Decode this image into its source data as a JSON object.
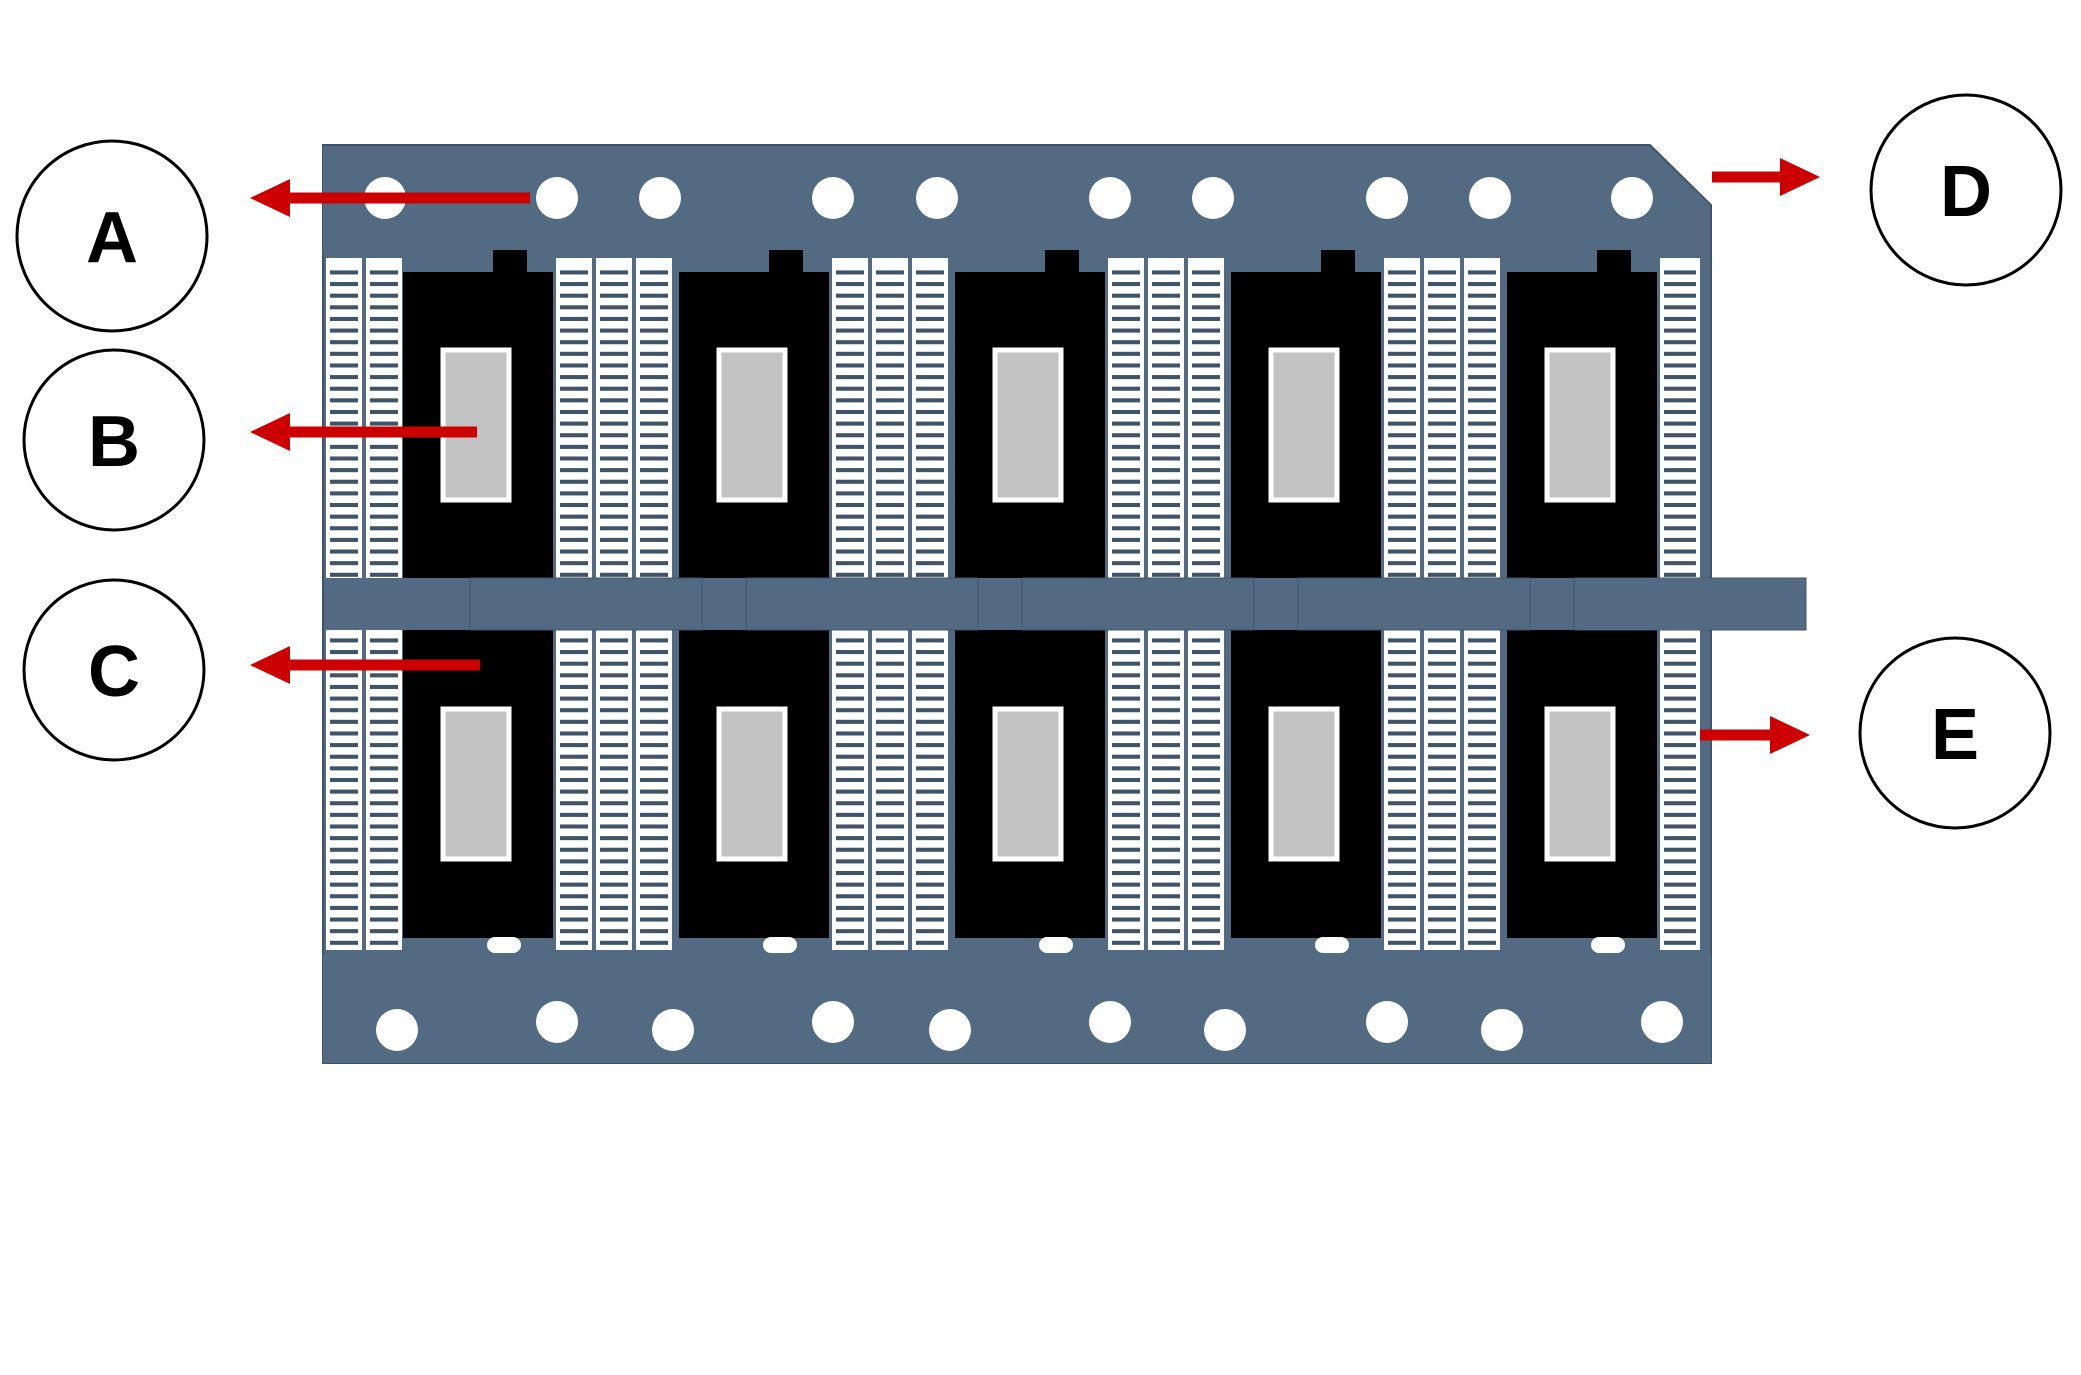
{
  "callouts": [
    {
      "id": "a",
      "letter": "A",
      "side": "left"
    },
    {
      "id": "b",
      "letter": "B",
      "side": "left"
    },
    {
      "id": "c",
      "letter": "C",
      "side": "left"
    },
    {
      "id": "d",
      "letter": "D",
      "side": "right"
    },
    {
      "id": "e",
      "letter": "E",
      "side": "right"
    }
  ],
  "colors": {
    "frame": "#526a82",
    "frame_edge": "#3f5468",
    "package": "#000000",
    "die_pad": "#c3c3c3",
    "lead": "#ffffff",
    "hole": "#ffffff",
    "arrow": "#cc0000",
    "circle_stroke": "#000000"
  },
  "structure": {
    "columns": 5,
    "rows": 2,
    "leads_per_comb": 27,
    "top_holes": 10,
    "bottom_holes": 10
  }
}
